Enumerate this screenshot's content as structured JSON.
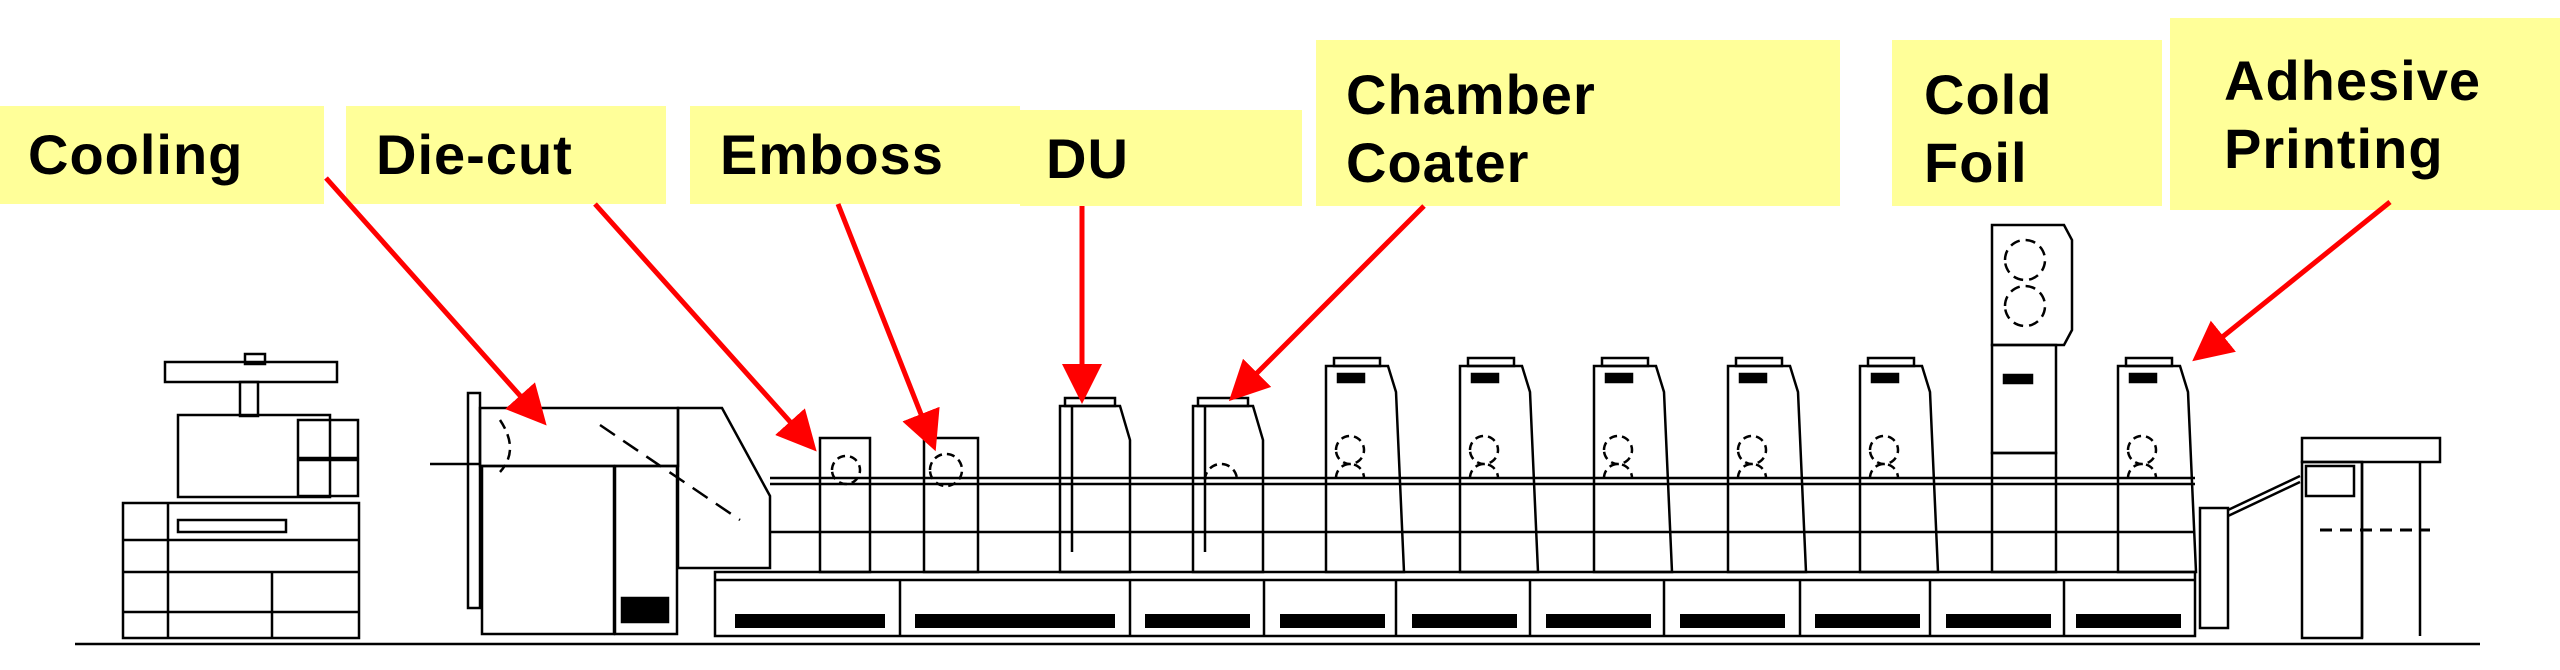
{
  "labels": {
    "cooling": "Cooling",
    "diecut": "Die-cut",
    "emboss": "Emboss",
    "du": "DU",
    "chamber_line1": "Chamber",
    "chamber_line2": "Coater",
    "coldfoil_line1": "Cold",
    "coldfoil_line2": "Foil",
    "adhesive_line1": "Adhesive",
    "adhesive_line2": "Printing"
  },
  "colors": {
    "label_bg": "#ffff99",
    "arrow": "#ff0000",
    "line": "#000000"
  }
}
